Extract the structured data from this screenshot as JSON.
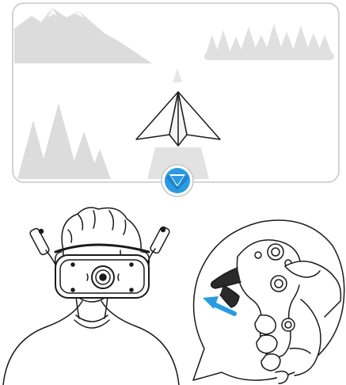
{
  "figure": {
    "panels": [
      {
        "id": "fpv-view",
        "depicts": [
          "mountain-icon",
          "forest-icon",
          "paper-plane-icon",
          "flight-path-icon",
          "down-arrow-badge-icon"
        ]
      },
      {
        "id": "operator",
        "depicts": [
          "head-icon",
          "goggles-icon",
          "antenna-icon",
          "shoulders-icon"
        ]
      },
      {
        "id": "controller-zoom",
        "depicts": [
          "hand-icon",
          "motion-controller-icon",
          "trigger-icon",
          "push-arrow-icon"
        ]
      }
    ]
  },
  "colors": {
    "outline": "#1a1a1a",
    "scenery": "#dcdcdc",
    "path": "#e2e2e2",
    "frame": "#c8c8c8",
    "accent": "#2b9be0",
    "accent_dark": "#1677c4",
    "goggles": "#ffffff"
  }
}
